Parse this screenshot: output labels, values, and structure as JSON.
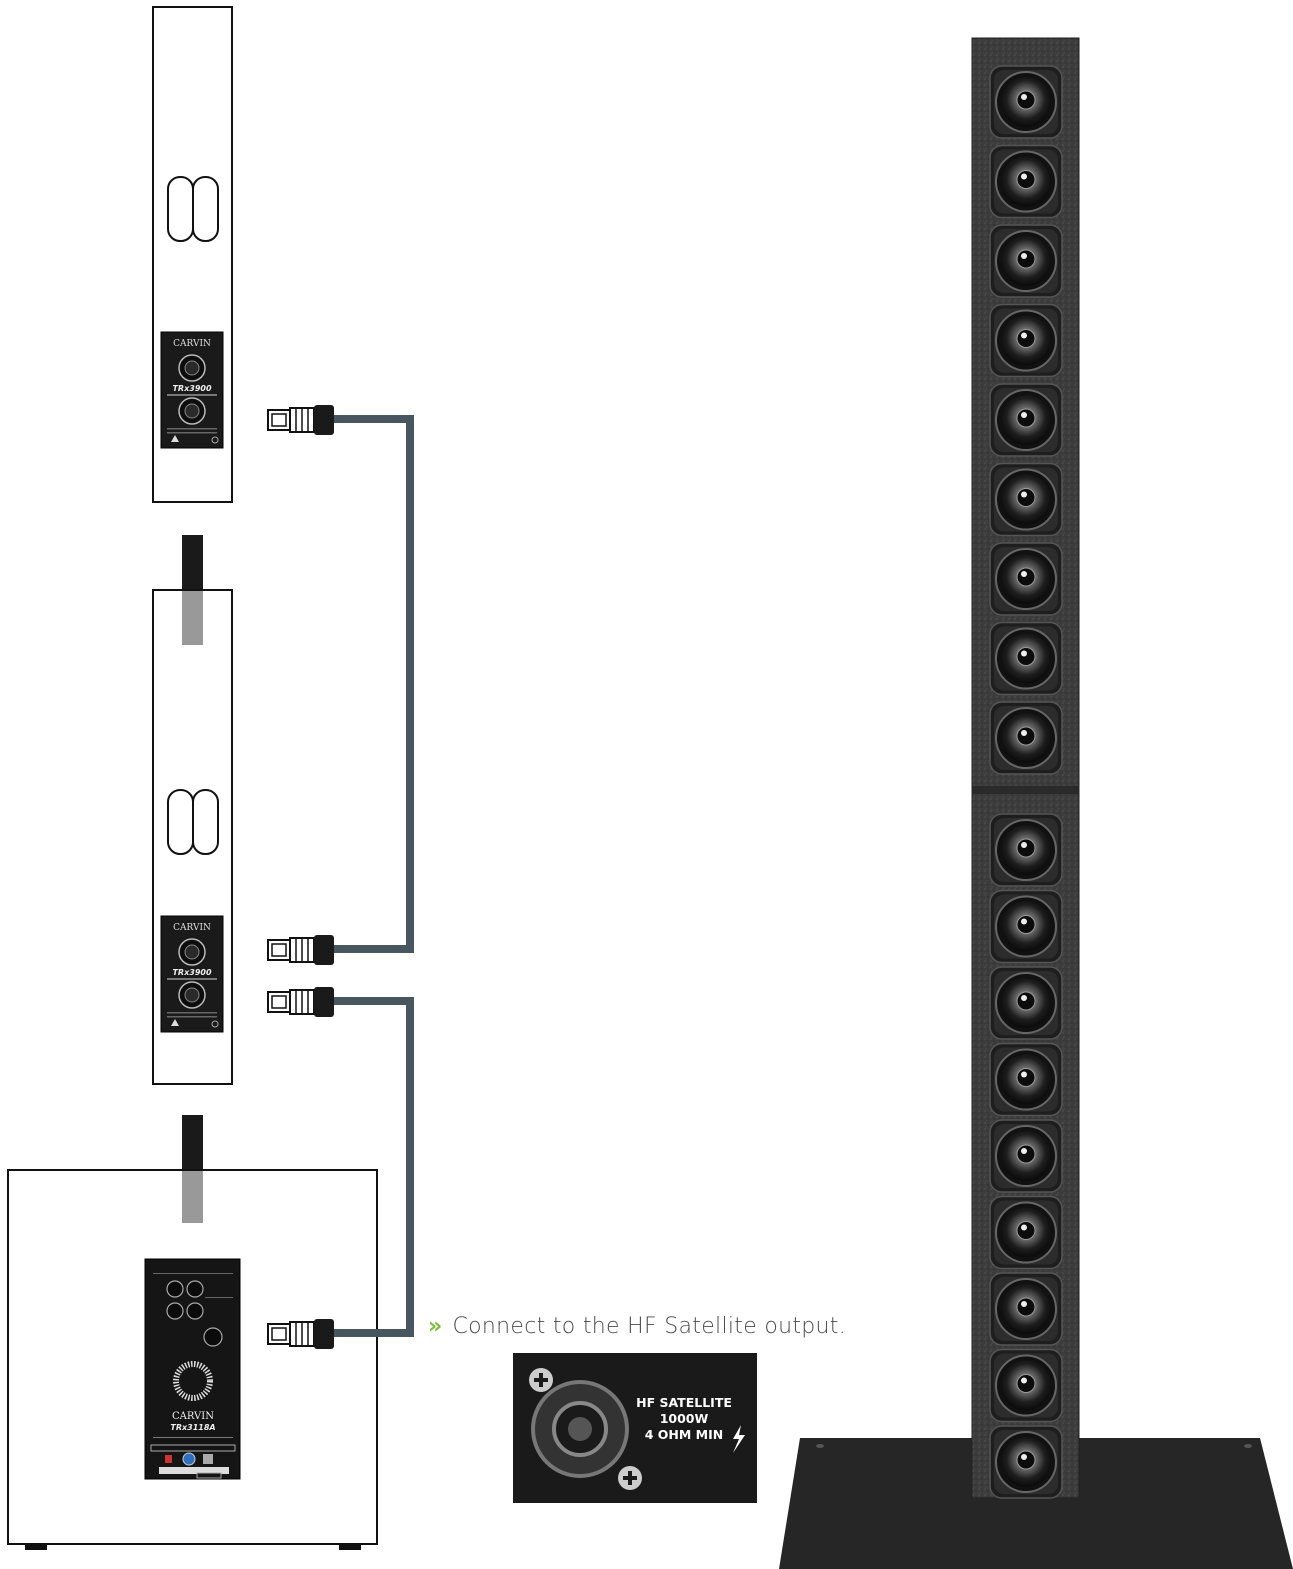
{
  "caption": {
    "arrow": "»",
    "text": "Connect to the HF Satellite output."
  },
  "brand": "CARVIN",
  "satellite_model": "TRx3900",
  "sub_model": "TRx3118A",
  "hf_panel": {
    "line1": "HF SATELLITE",
    "line2": "1000W",
    "line3": "4 OHM MIN"
  },
  "colors": {
    "cable": "#47565f",
    "panel": "#1a1a1a",
    "accent": "#7dbb3a",
    "column": "#3a3a3a"
  }
}
